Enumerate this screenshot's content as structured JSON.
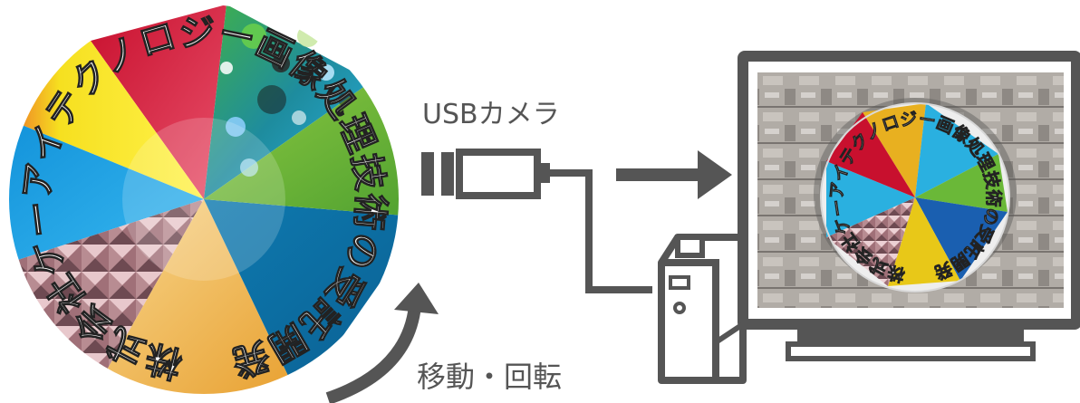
{
  "labels": {
    "camera": "USBカメラ",
    "motion": "移動・回転"
  },
  "disk": {
    "ring_text": "株式会社ケーアイテクノロジー画像処理技術の受託開発",
    "segment_colors": [
      "#d9203a",
      "#f2e830",
      "#1aa0e0",
      "#c89aa0",
      "#f2c060",
      "#1577a8",
      "#6ab838",
      "#2e8a4a"
    ]
  },
  "colors": {
    "stroke": "#555555",
    "text": "#555555"
  },
  "icons": [
    "usb-camera-icon",
    "arrow-right-icon",
    "curved-arrow-icon",
    "pc-tower-icon",
    "monitor-icon"
  ]
}
